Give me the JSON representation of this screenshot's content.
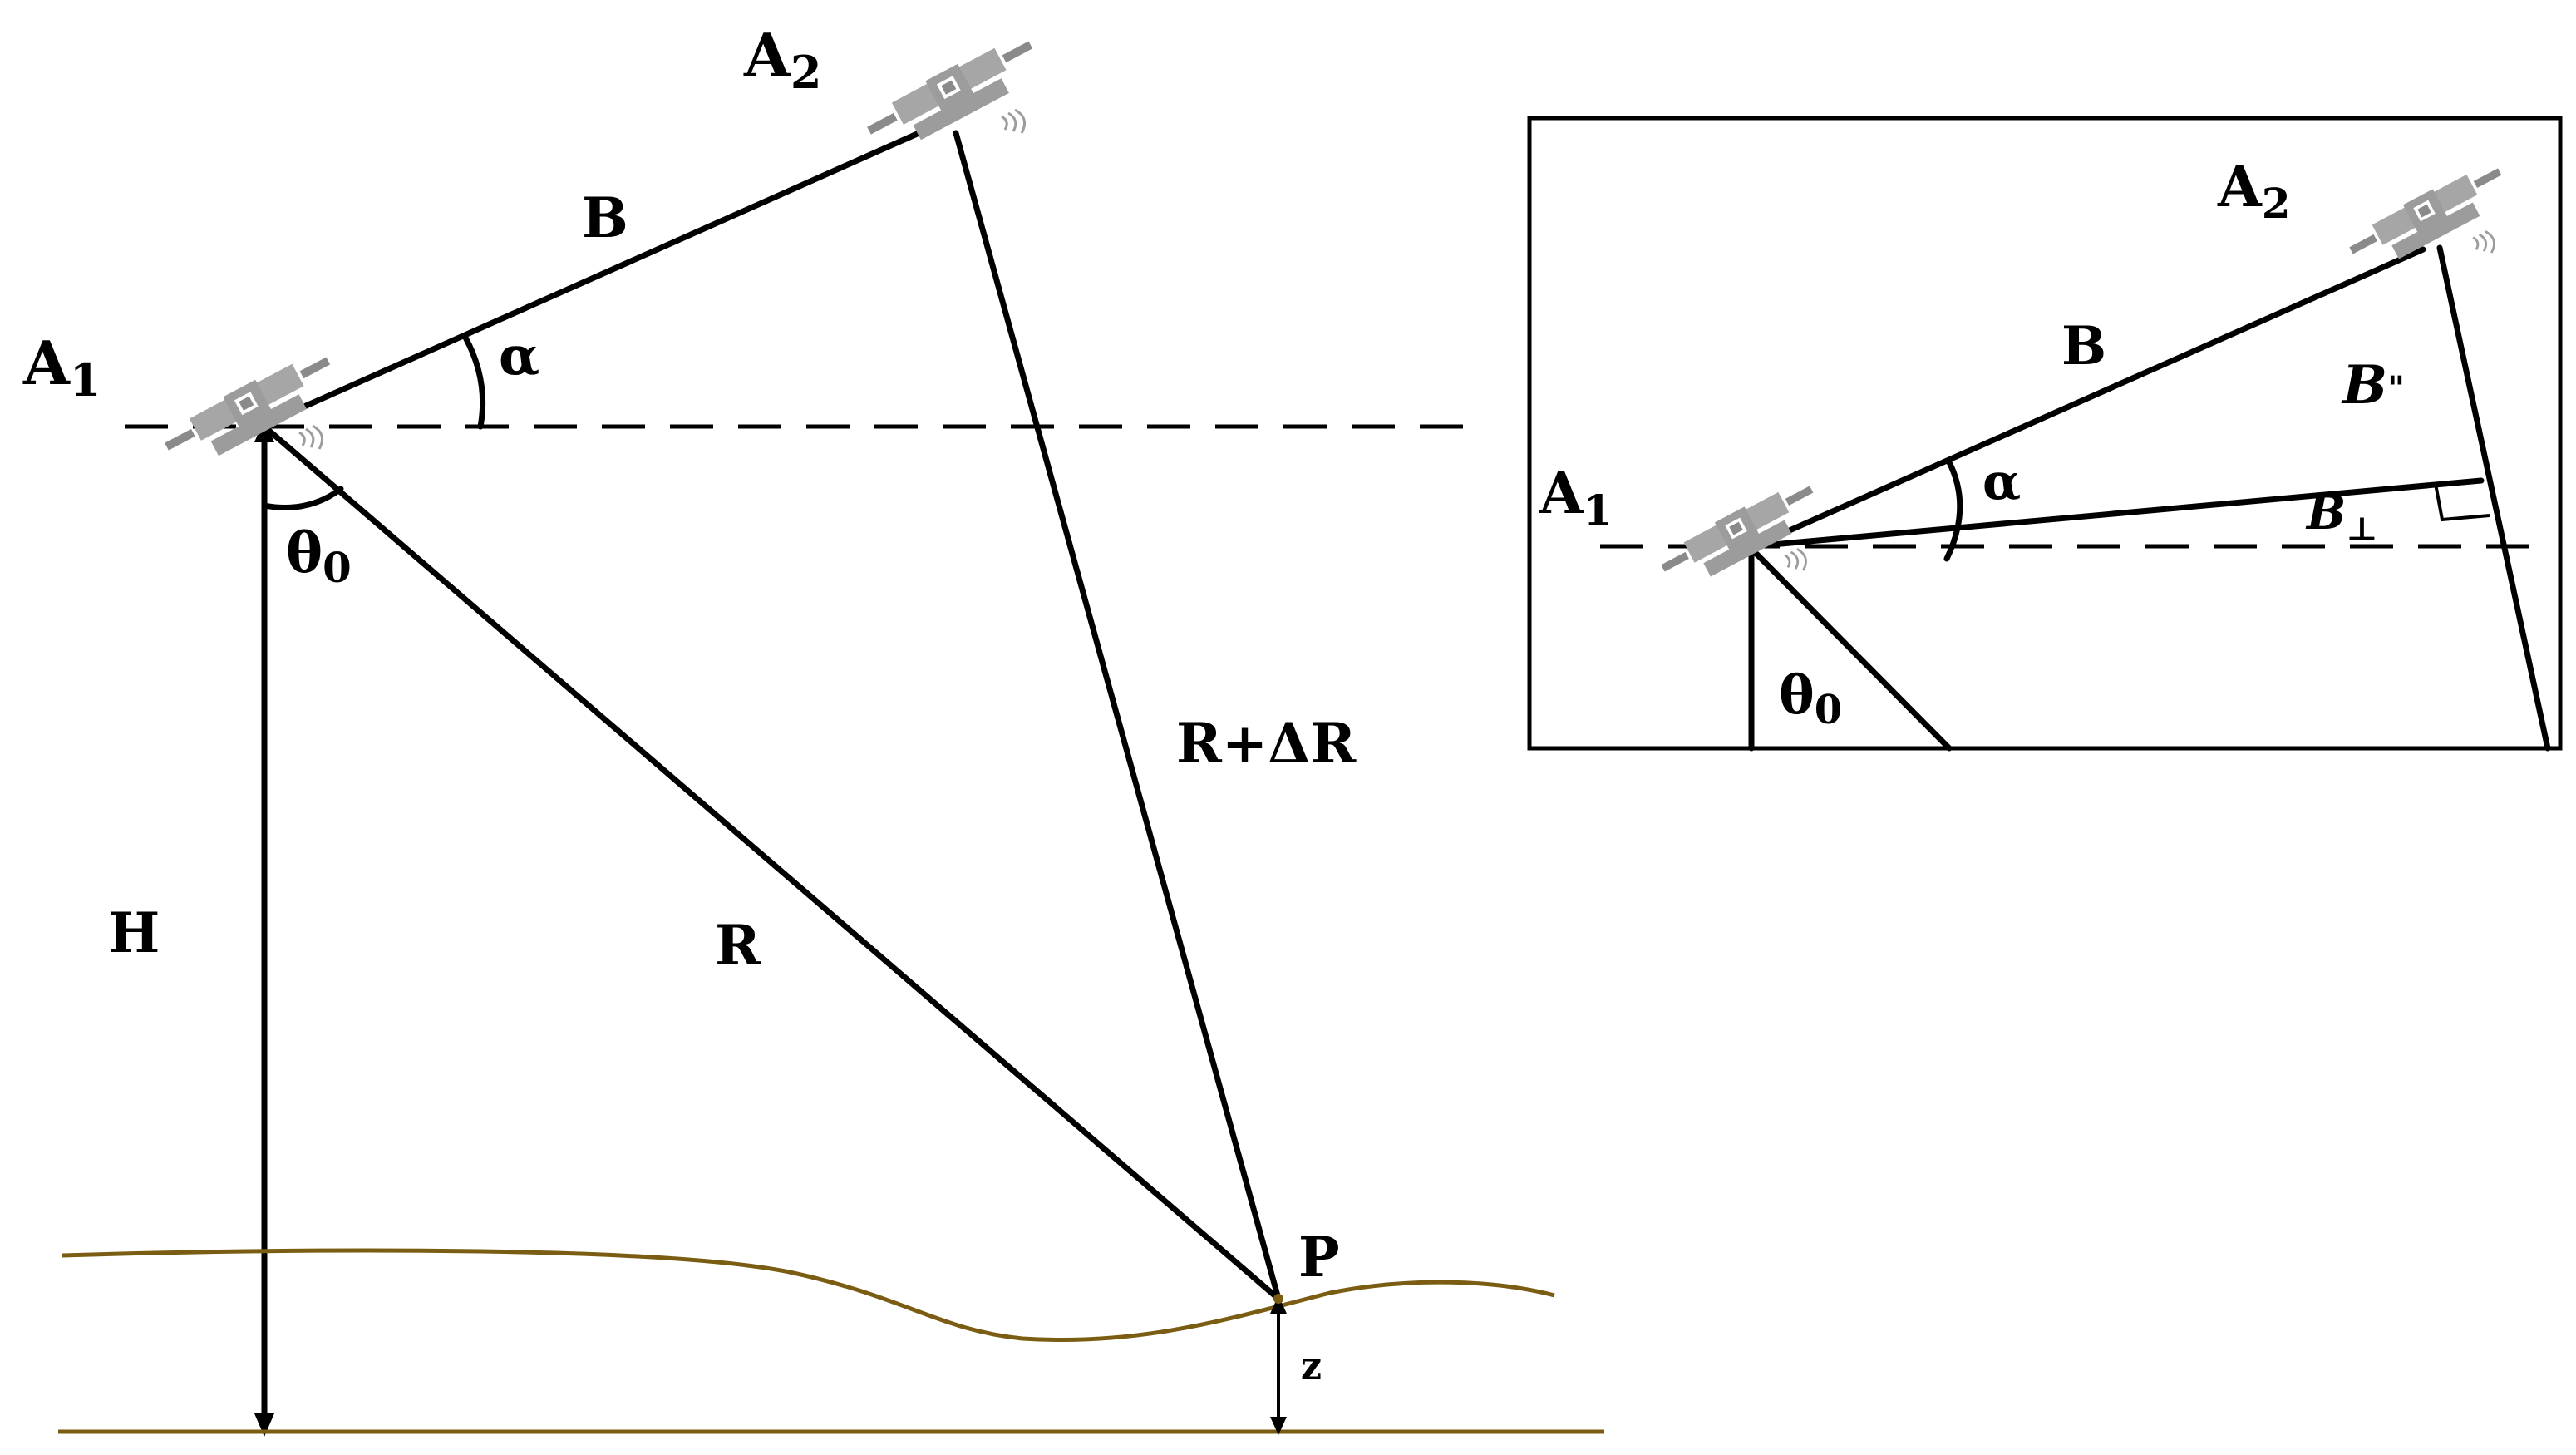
{
  "main": {
    "labels": {
      "a1_base": "A",
      "a1_sub": "1",
      "a2_base": "A",
      "a2_sub": "2",
      "baseline": "B",
      "alpha": "α",
      "theta_base": "θ",
      "theta_sub": "0",
      "range_r": "R",
      "range_r_delta": "R+ΔR",
      "height": "H",
      "point": "P",
      "elevation": "z"
    }
  },
  "inset": {
    "labels": {
      "a1_base": "A",
      "a1_sub": "1",
      "a2_base": "A",
      "a2_sub": "2",
      "baseline": "B",
      "alpha": "α",
      "b_parallel_base": "B",
      "b_parallel_sub": "\"",
      "b_perp_base": "B",
      "b_perp_sub": "⊥",
      "theta_base": "θ",
      "theta_sub": "0"
    }
  },
  "colors": {
    "lines": "#000000",
    "terrain": "#7a5c12",
    "satellite": "#9c9c9c"
  },
  "icons": [
    "satellite-icon"
  ]
}
